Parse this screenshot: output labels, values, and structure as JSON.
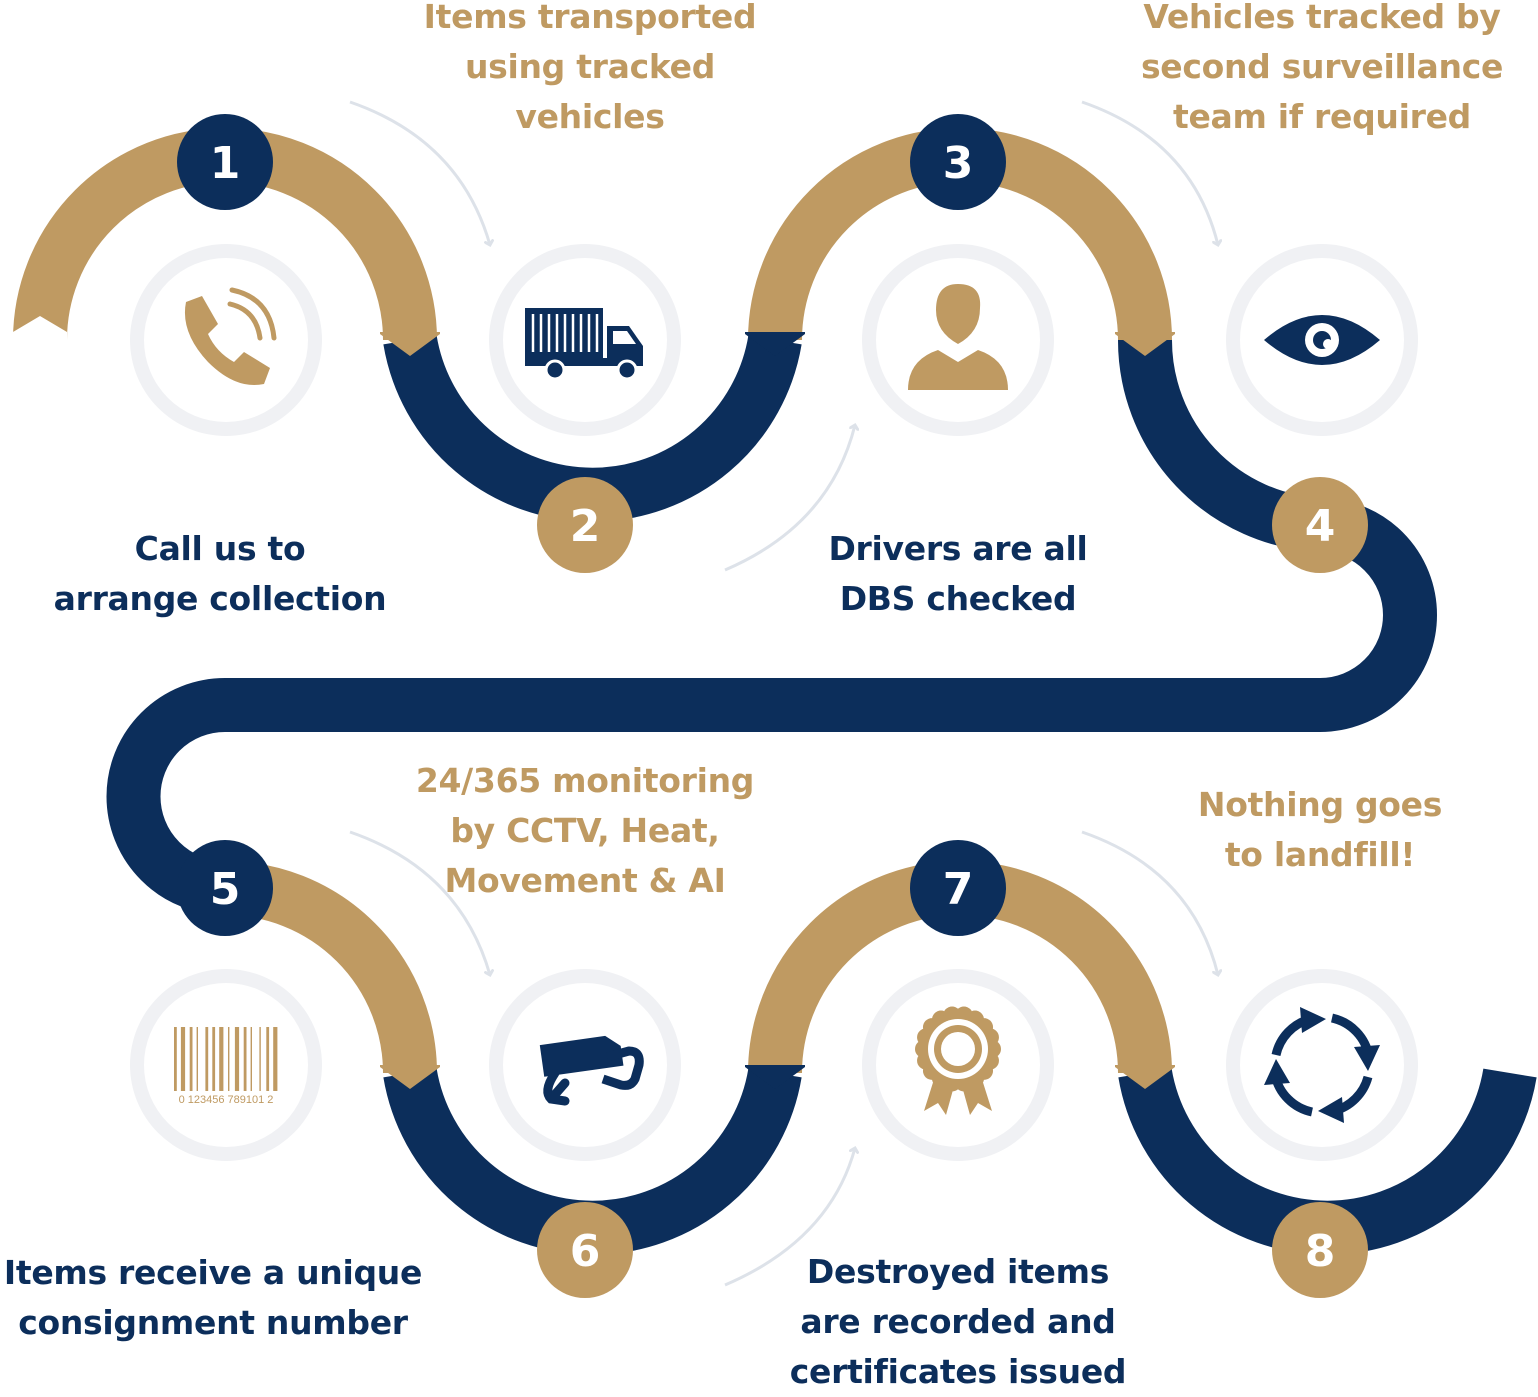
{
  "colors": {
    "navy": "#0c2e5b",
    "gold": "#bf9a62",
    "arrow": "#dde2e9",
    "circle_outer": "#f0f1f4",
    "circle_inner": "#ffffff"
  },
  "steps": [
    {
      "number": "1",
      "icon": "phone-icon",
      "caption": [
        "Call us to",
        "arrange collection"
      ]
    },
    {
      "number": "2",
      "icon": "truck-icon",
      "caption": [
        "Items transported",
        "using tracked",
        "vehicles"
      ]
    },
    {
      "number": "3",
      "icon": "person-icon",
      "caption": [
        "Drivers are all",
        "DBS checked"
      ]
    },
    {
      "number": "4",
      "icon": "eye-icon",
      "caption": [
        "Vehicles tracked by",
        "second surveillance",
        "team if required"
      ]
    },
    {
      "number": "5",
      "icon": "barcode-icon",
      "caption": [
        "Items receive a unique",
        "consignment number"
      ],
      "barcode_digits": "0 123456 789101 2"
    },
    {
      "number": "6",
      "icon": "cctv-camera-icon",
      "caption": [
        "24/365 monitoring",
        "by CCTV, Heat,",
        "Movement & AI"
      ]
    },
    {
      "number": "7",
      "icon": "award-rosette-icon",
      "caption": [
        "Destroyed items",
        "are recorded and",
        "certificates issued"
      ]
    },
    {
      "number": "8",
      "icon": "recycle-icon",
      "caption": [
        "Nothing goes",
        "to landfill!"
      ]
    }
  ]
}
